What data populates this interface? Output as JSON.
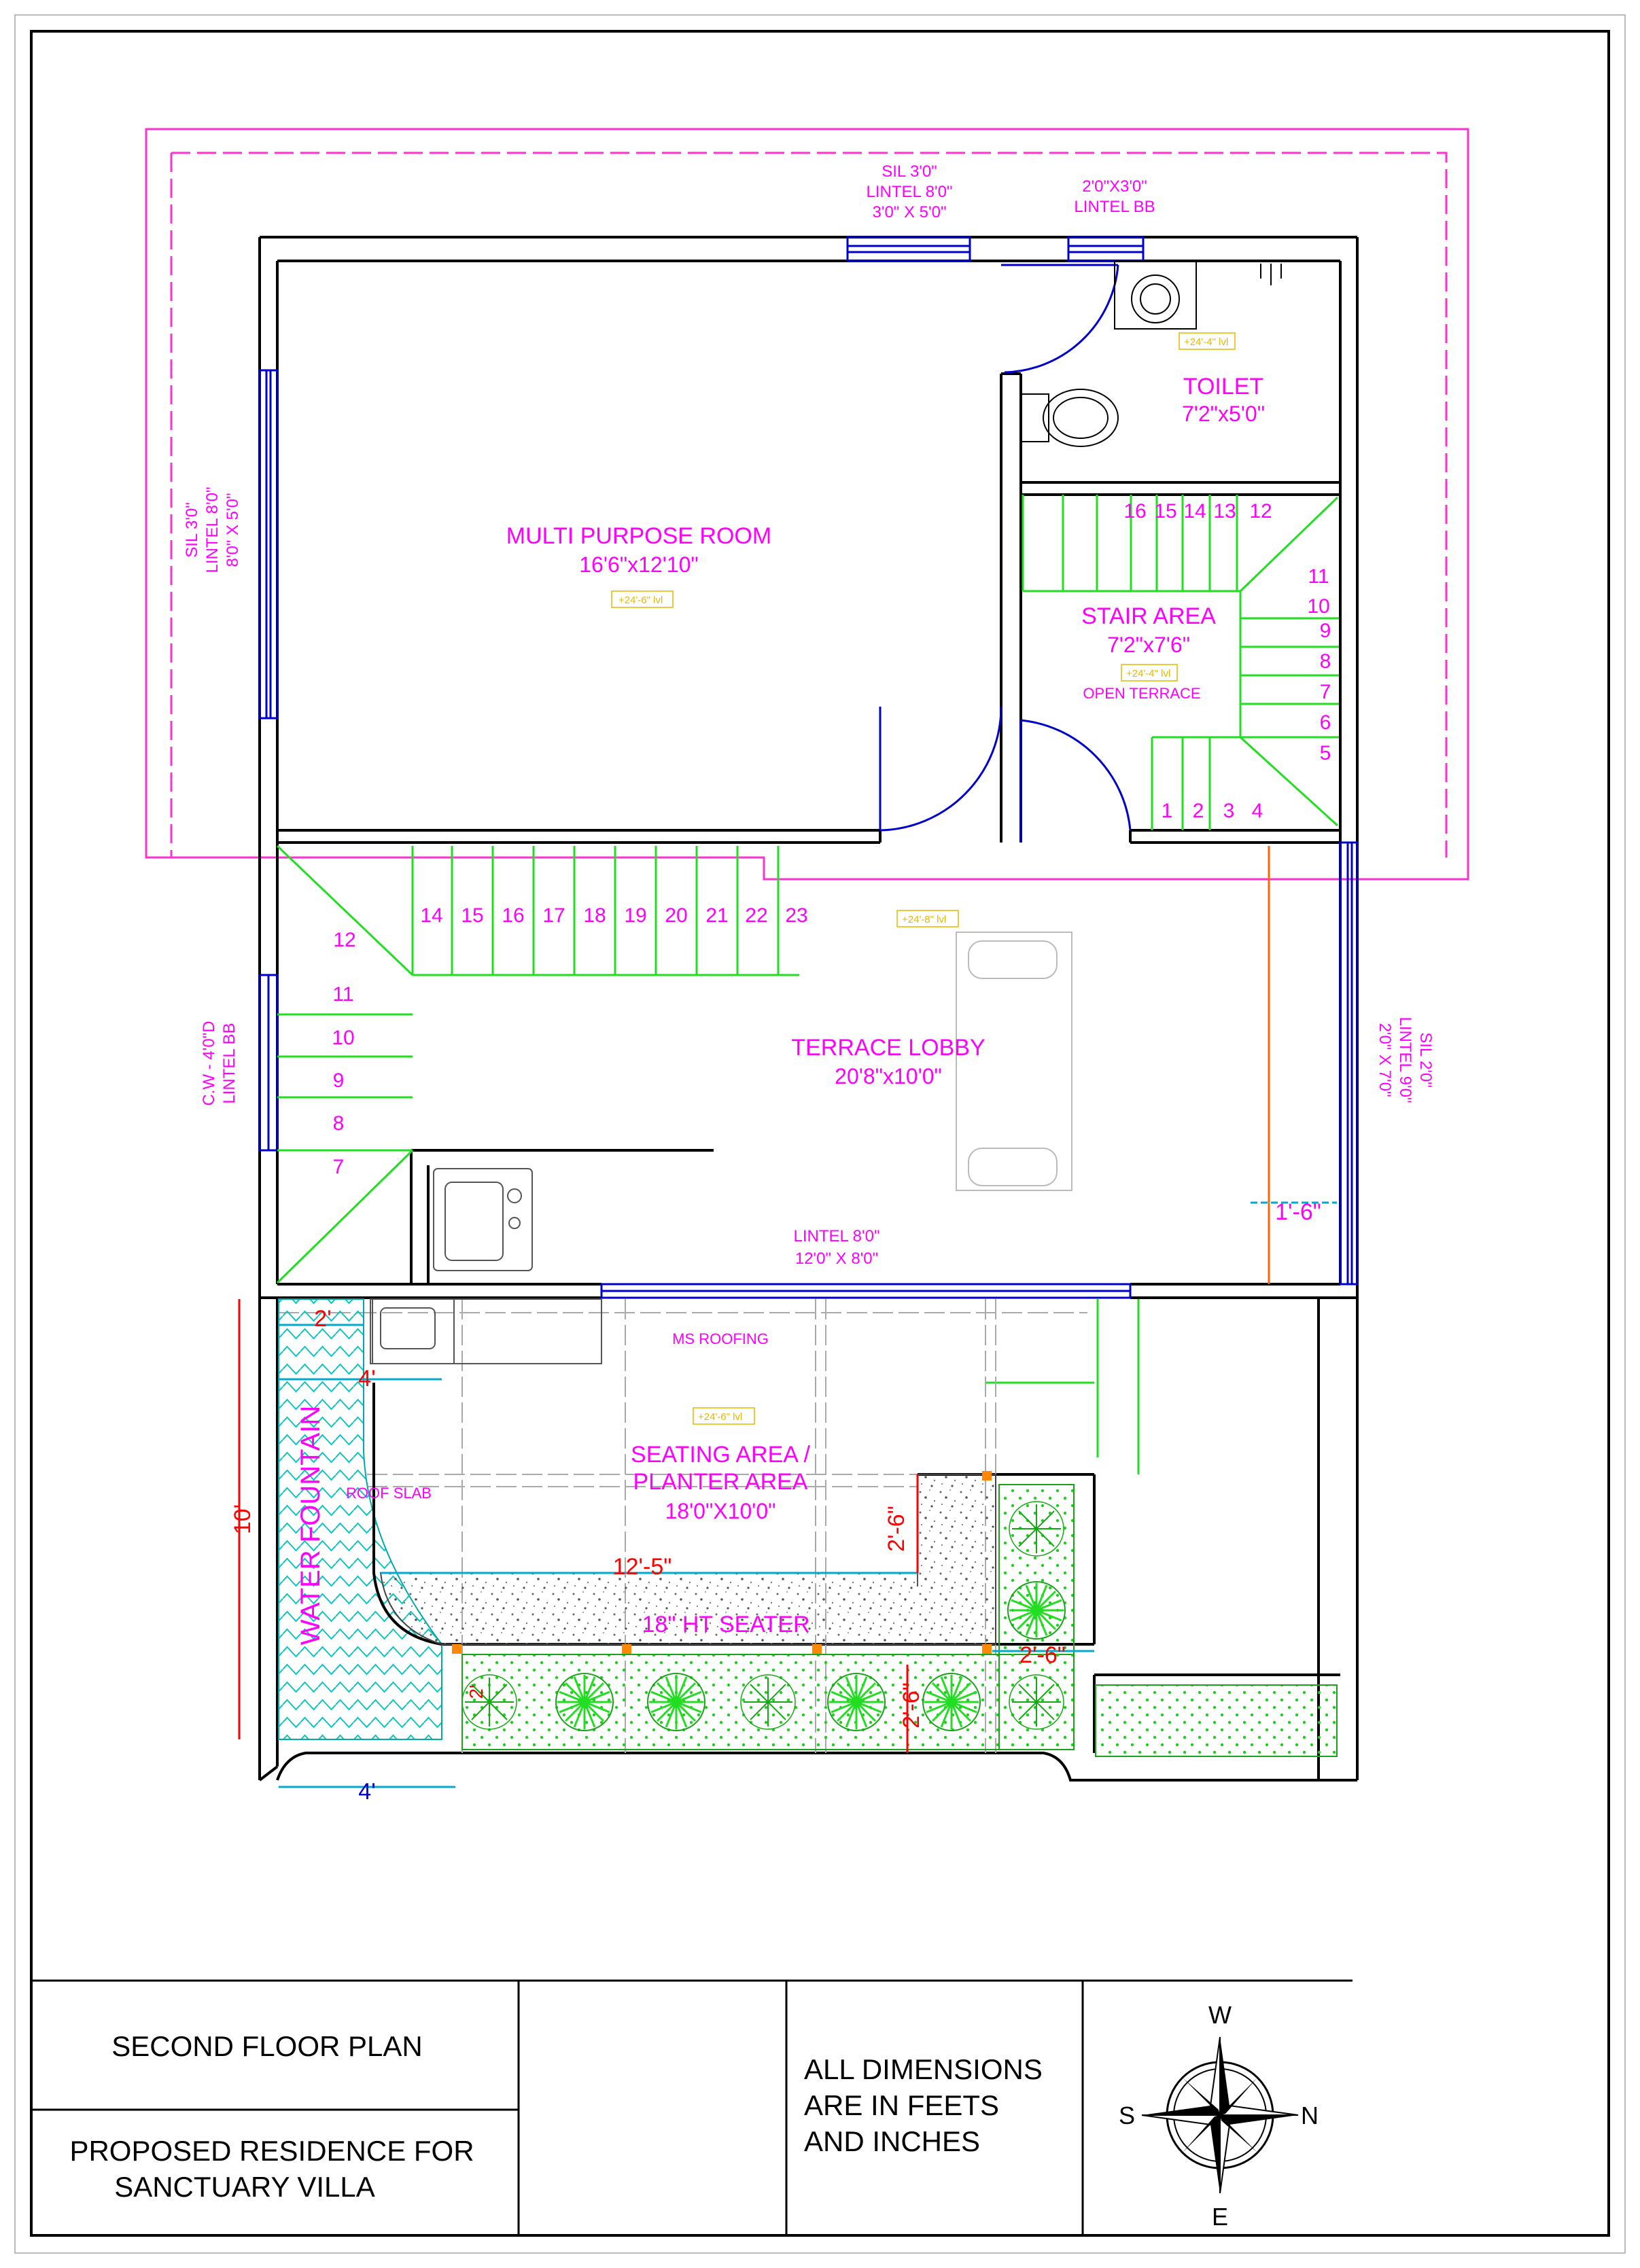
{
  "rooms": {
    "multi_purpose": {
      "name": "MULTI PURPOSE ROOM",
      "size": "16'6\"x12'10\"",
      "level": "+24'-6\" lvl"
    },
    "toilet": {
      "name": "TOILET",
      "size": "7'2\"x5'0\"",
      "level": "+24'-4\" lvl"
    },
    "stair_area": {
      "name": "STAIR AREA",
      "size": "7'2\"x7'6\"",
      "sub": "OPEN TERRACE",
      "level": "+24'-4\" lvl"
    },
    "terrace_lobby": {
      "name": "TERRACE LOBBY",
      "size": "20'8\"x10'0\"",
      "level": "+24'-8\" lvl"
    },
    "seating": {
      "line1": "SEATING AREA /",
      "line2": "PLANTER AREA",
      "size": "18'0\"X10'0\"",
      "level": "+24'-6\" lvl"
    }
  },
  "openings": {
    "top_window": {
      "l1": "SIL 3'0\"",
      "l2": "LINTEL 8'0\"",
      "l3": "3'0\" X 5'0\""
    },
    "top_vent": {
      "l1": "2'0\"X3'0\"",
      "l2": "LINTEL BB"
    },
    "left_window": {
      "l1": "SIL 3'0\"",
      "l2": "LINTEL 8'0\"",
      "l3": "8'0\" X 5'0\""
    },
    "left_cw": {
      "l1": "C.W - 4'0\"D",
      "l2": "LINTEL BB"
    },
    "right_window": {
      "l1": "SIL 2'0\"",
      "l2": "LINTEL 9'0\"",
      "l3": "2'0\" X 7'0\""
    },
    "bottom_opening": {
      "l1": "LINTEL 8'0\"",
      "l2": "12'0\" X 8'0\""
    }
  },
  "stairs": {
    "upper_top": [
      "16",
      "15",
      "14",
      "13",
      "12"
    ],
    "upper_right": [
      "11",
      "10",
      "9",
      "8",
      "7",
      "6",
      "5"
    ],
    "upper_bottom": [
      "1",
      "2",
      "3",
      "4"
    ],
    "lower_top": [
      "14",
      "15",
      "16",
      "17",
      "18",
      "19",
      "20",
      "21",
      "22",
      "23"
    ],
    "lower_landing": "12",
    "lower_left": [
      "11",
      "10",
      "9",
      "8",
      "7"
    ]
  },
  "annotations": {
    "ms_roofing": "MS ROOFING",
    "roof_slab": "ROOF SLAB",
    "water_fountain": "WATER FOUNTAIN",
    "seater": "18\" HT SEATER"
  },
  "dimensions": {
    "d_1_6": "1'-6\"",
    "d_2_top": "2'",
    "d_4_top": "4'",
    "d_10": "10'",
    "d_12_5": "12'-5\"",
    "d_2_6_a": "2'-6\"",
    "d_2_6_b": "2'-6\"",
    "d_2_6_c": "2'-6\"",
    "d_2_left": "2'",
    "d_4_bottom": "4'"
  },
  "title_block": {
    "drawing_title": "SECOND FLOOR PLAN",
    "project_line1": "PROPOSED RESIDENCE FOR",
    "project_line2": "SANCTUARY VILLA",
    "note_line1": "ALL DIMENSIONS",
    "note_line2": "ARE IN FEETS",
    "note_line3": "AND INCHES",
    "compass": {
      "n": "N",
      "s": "S",
      "e": "E",
      "w": "W"
    }
  },
  "colors": {
    "label": "#ff00ff",
    "window": "#0000cc",
    "stair": "#00dd00",
    "dim": "#ff0000",
    "water": "#00cccc",
    "level": "#e6b800"
  }
}
